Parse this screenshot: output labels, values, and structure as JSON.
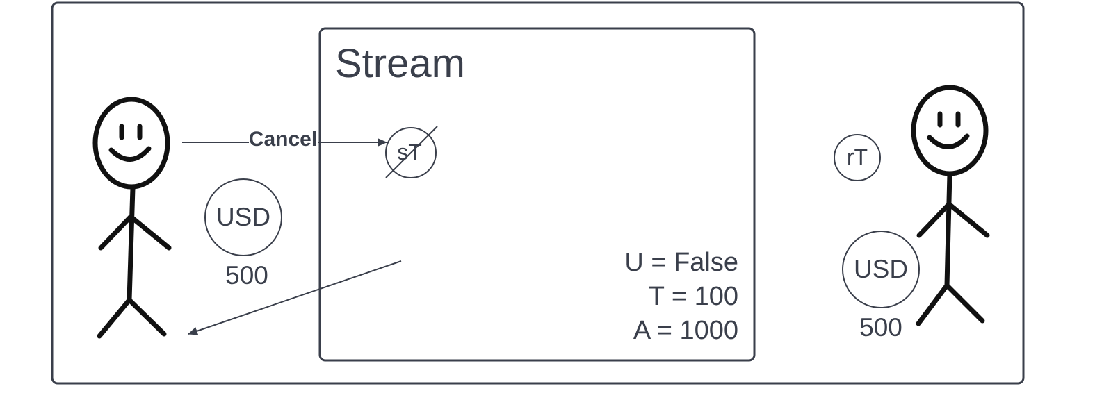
{
  "stream_box": {
    "title": "Stream",
    "vars": [
      "U = False",
      "T = 100",
      "A = 1000"
    ]
  },
  "arrow_cancel": {
    "label": "Cancel"
  },
  "sender": {
    "token_label": "USD",
    "amount": "500"
  },
  "stream_token": {
    "label": "sT",
    "state": "crossed-out"
  },
  "receiver": {
    "receive_token_label": "rT",
    "token_label": "USD",
    "amount": "500"
  },
  "colors": {
    "stroke": "#3a3f4b",
    "figure": "#111111",
    "background": "#ffffff"
  }
}
